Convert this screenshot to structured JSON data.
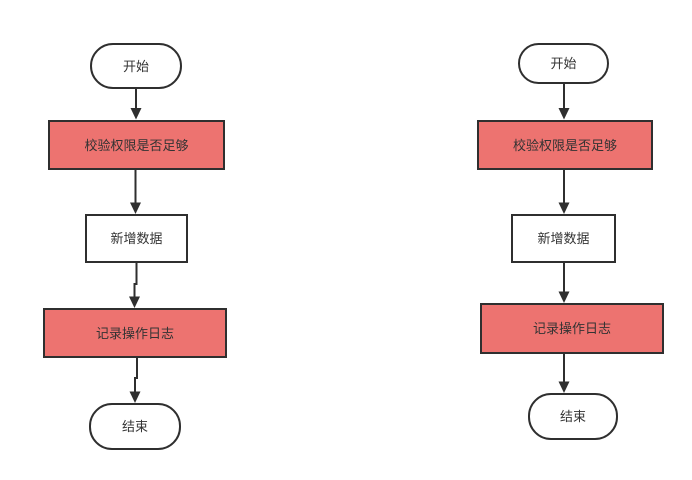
{
  "colors": {
    "background": "#ffffff",
    "highlight_fill": "#ed7370",
    "node_fill": "#ffffff",
    "stroke": "#2f2f2f",
    "text": "#333333"
  },
  "charts": [
    {
      "name": "left-flowchart",
      "nodes": [
        {
          "id": "start",
          "type": "terminator",
          "label": "开始"
        },
        {
          "id": "check-permission",
          "type": "process-highlight",
          "label": "校验权限是否足够"
        },
        {
          "id": "insert-data",
          "type": "process",
          "label": "新增数据"
        },
        {
          "id": "log-operation",
          "type": "process-highlight",
          "label": "记录操作日志"
        },
        {
          "id": "end",
          "type": "terminator",
          "label": "结束"
        }
      ],
      "edges": [
        {
          "from": "start",
          "to": "check-permission"
        },
        {
          "from": "check-permission",
          "to": "insert-data"
        },
        {
          "from": "insert-data",
          "to": "log-operation"
        },
        {
          "from": "log-operation",
          "to": "end"
        }
      ]
    },
    {
      "name": "right-flowchart",
      "nodes": [
        {
          "id": "start",
          "type": "terminator",
          "label": "开始"
        },
        {
          "id": "check-permission",
          "type": "process-highlight",
          "label": "校验权限是否足够"
        },
        {
          "id": "insert-data",
          "type": "process",
          "label": "新增数据"
        },
        {
          "id": "log-operation",
          "type": "process-highlight",
          "label": "记录操作日志"
        },
        {
          "id": "end",
          "type": "terminator",
          "label": "结束"
        }
      ],
      "edges": [
        {
          "from": "start",
          "to": "check-permission"
        },
        {
          "from": "check-permission",
          "to": "insert-data"
        },
        {
          "from": "insert-data",
          "to": "log-operation"
        },
        {
          "from": "log-operation",
          "to": "end"
        }
      ]
    }
  ]
}
